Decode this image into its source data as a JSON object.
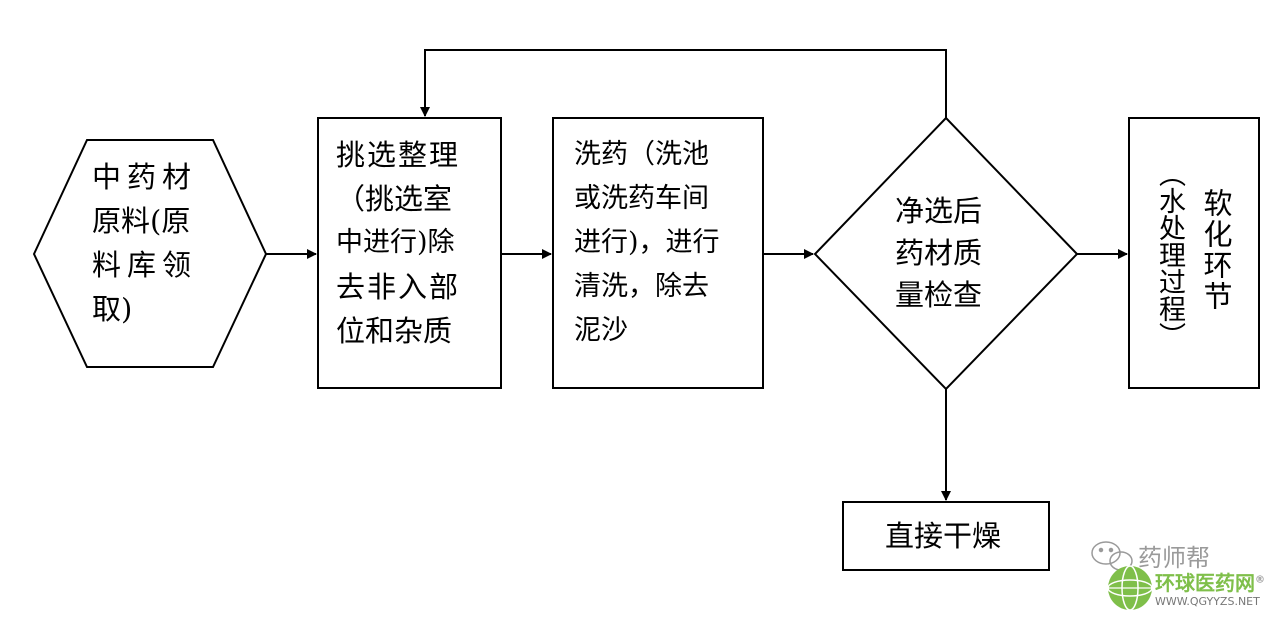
{
  "nodes": {
    "raw_material": [
      "中药材",
      "原料(原",
      "料库领",
      "取)"
    ],
    "sorting": [
      "挑选整理",
      "（挑选室",
      "中进行)除",
      "去非入部",
      "位和杂质"
    ],
    "washing": [
      "洗药（洗池",
      "或洗药车间",
      "进行)，进行",
      "清洗，除去",
      "泥沙"
    ],
    "inspection": [
      "净选后",
      "药材质",
      "量检查"
    ],
    "softening_main": "软化环节",
    "softening_note": "（水处理过程）",
    "drying": "直接干燥"
  },
  "watermark": {
    "wechat_name": "药师帮",
    "site_name": "环球医药网",
    "registered": "®",
    "site_url": "WWW.QGYYZS.NET",
    "colors": {
      "green": "#7fbf4a",
      "gray": "#9a9a9a"
    }
  },
  "colors": {
    "stroke": "#000000",
    "background": "#ffffff"
  }
}
